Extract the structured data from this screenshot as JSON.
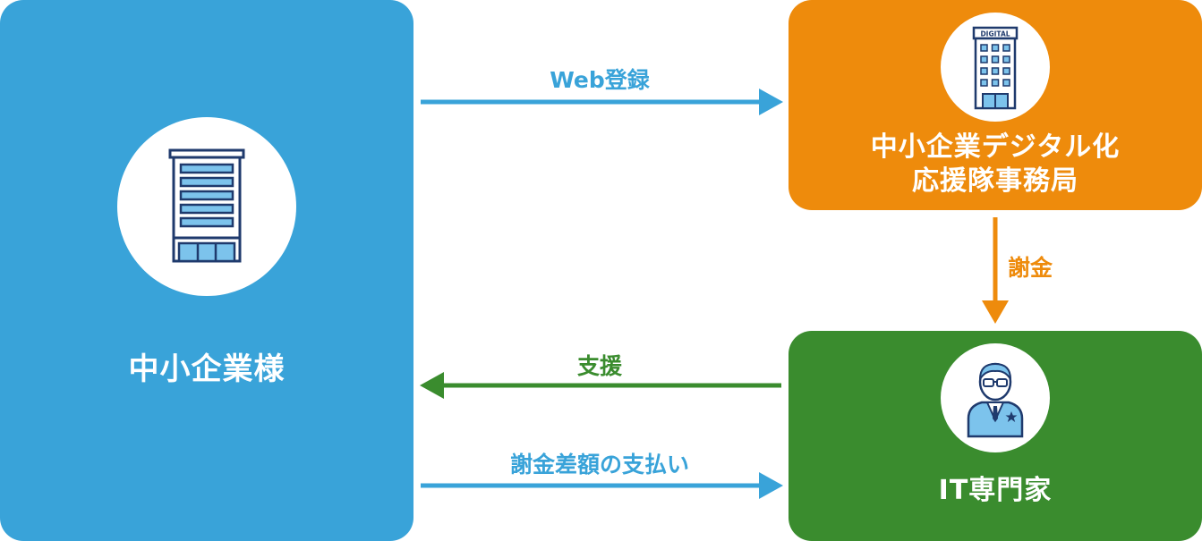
{
  "nodes": {
    "sme": {
      "label": "中小企業様",
      "icon": "office-building-icon",
      "color": "#39a3d9"
    },
    "office": {
      "line1": "中小企業デジタル化",
      "line2": "応援隊事務局",
      "icon": "digital-building-icon",
      "icon_text": "DIGITAL",
      "color": "#ee8b0c"
    },
    "it": {
      "label": "IT専門家",
      "icon": "expert-person-icon",
      "color": "#3a8c2e"
    }
  },
  "flows": {
    "web": {
      "label": "Web登録",
      "color": "#39a3d9"
    },
    "fee": {
      "label": "謝金",
      "color": "#ee8b0c"
    },
    "support": {
      "label": "支援",
      "color": "#3a8c2e"
    },
    "pay": {
      "label": "謝金差額の支払い",
      "color": "#39a3d9"
    }
  }
}
